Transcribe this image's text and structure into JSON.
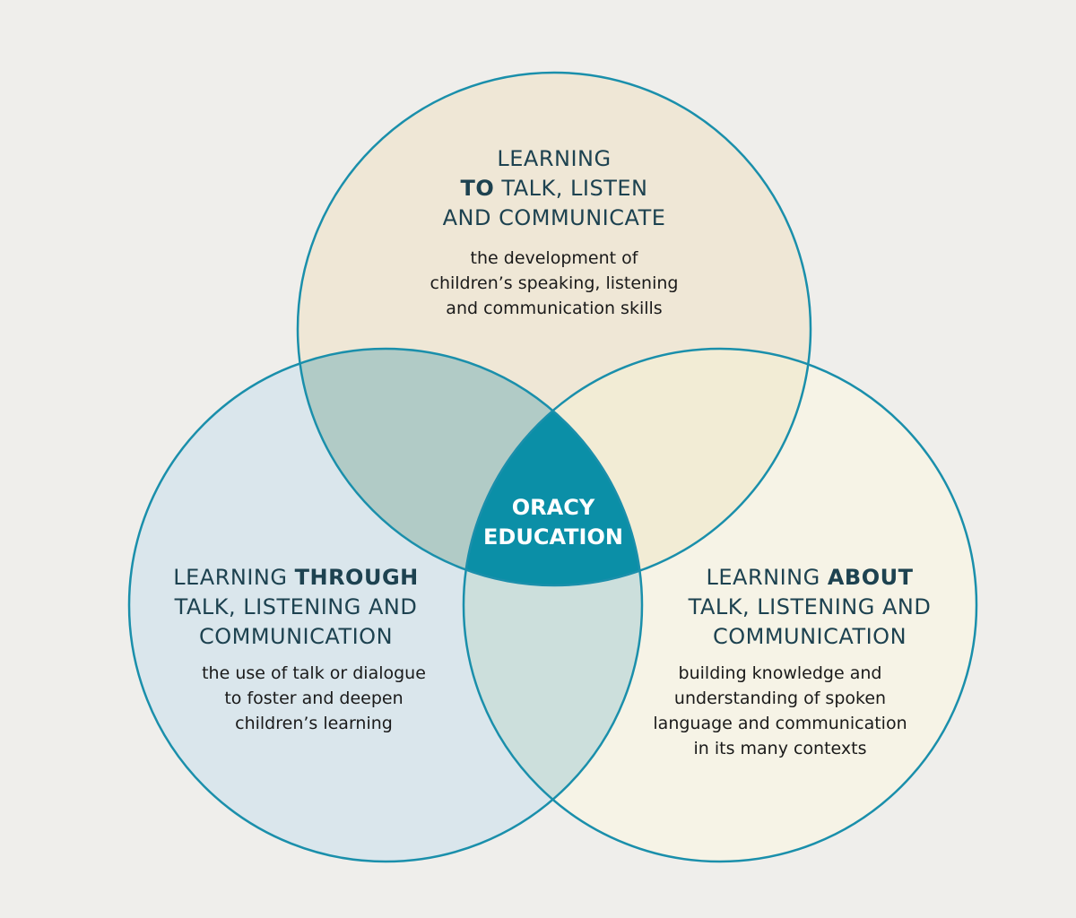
{
  "colors": {
    "background": "#efeeeb",
    "stroke": "#1a8fab",
    "top_fill": "#efe7d6",
    "left_fill": "#dae6ec",
    "right_fill": "#f6f3e6",
    "top_left_overlap": "#b1cbc6",
    "top_right_overlap": "#f2ecd5",
    "left_right_overlap": "#ccdfdc",
    "center": "#0b8fa7"
  },
  "center": {
    "line1": "ORACY",
    "line2": "EDUCATION"
  },
  "top": {
    "heading_line1": "LEARNING",
    "heading_bold": "TO",
    "heading_line2_rest": " TALK, LISTEN",
    "heading_line3": "AND COMMUNICATE",
    "desc_line1": "the development of",
    "desc_line2": "children’s speaking, listening",
    "desc_line3": "and communication skills"
  },
  "left": {
    "heading_line1_start": "LEARNING ",
    "heading_bold": "THROUGH",
    "heading_line2": "TALK, LISTENING AND",
    "heading_line3": "COMMUNICATION",
    "desc_line1": "the use of talk or dialogue",
    "desc_line2": "to foster and deepen",
    "desc_line3": "children’s learning"
  },
  "right": {
    "heading_line1_start": "LEARNING ",
    "heading_bold": "ABOUT",
    "heading_line2": "TALK, LISTENING AND",
    "heading_line3": "COMMUNICATION",
    "desc_line1": "building knowledge and",
    "desc_line2": "understanding of spoken",
    "desc_line3": "language and communication",
    "desc_line4": "in its many contexts"
  }
}
